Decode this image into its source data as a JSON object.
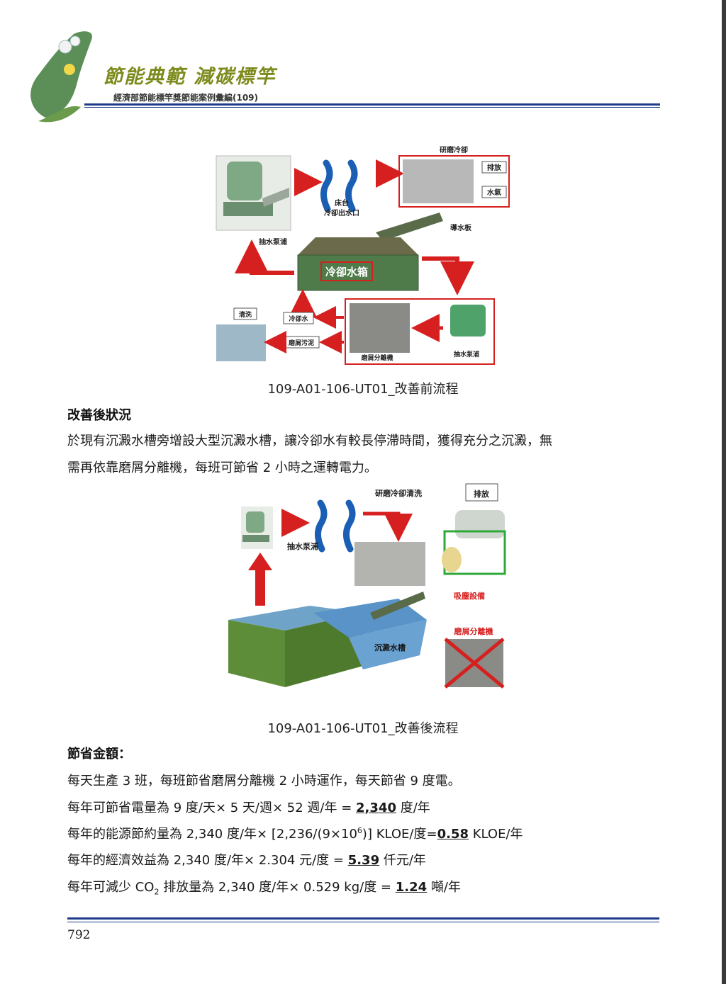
{
  "header": {
    "title": "節能典範 減碳標竿",
    "subtitle": "經濟部節能標竿獎節能案例彙編(109)"
  },
  "figure1": {
    "labels": {
      "grinding_cooling": "研磨冷卻",
      "discharge": "排放",
      "water_vapor": "水氣",
      "bed_outlet_1": "床台",
      "bed_outlet_2": "冷卻出水口",
      "guide_plate": "導水板",
      "pump_top": "抽水泵浦",
      "tank": "冷卻水箱",
      "clean": "清洗",
      "cooling_water": "冷卻水",
      "sludge": "磨屑污泥",
      "separator": "磨屑分離機",
      "pump_bottom": "抽水泵浦"
    },
    "caption": "109-A01-106-UT01_改善前流程"
  },
  "section_after": {
    "heading": "改善後狀況",
    "line1": "於現有沉澱水槽旁增設大型沉澱水槽，讓冷卻水有較長停滯時間，獲得充分之沉澱，無",
    "line2": "需再依靠磨屑分離機，每班可節省 2 小時之運轉電力。"
  },
  "figure2": {
    "labels": {
      "grinding_clean": "研磨冷卻清洗",
      "discharge": "排放",
      "pump": "抽水泵浦",
      "dust": "吸塵設備",
      "separator": "磨屑分離機",
      "sediment": "沉澱水槽"
    },
    "caption": "109-A01-106-UT01_改善後流程"
  },
  "savings": {
    "heading": "節省金額：",
    "line1": "每天生產 3 班，每班節省磨屑分離機 2 小時運作，每天節省 9 度電。",
    "line2_pre": "每年可節省電量為  9 度/天× 5 天/週× 52 週/年 = ",
    "line2_val": "2,340",
    "line2_post": " 度/年",
    "line3_pre": "每年的能源節約量為  2,340 度/年× [2,236/(9×10",
    "line3_sup": "6",
    "line3_mid": ")] KLOE/度=",
    "line3_val": "0.58",
    "line3_post": " KLOE/年",
    "line4_pre": "每年的經濟效益為  2,340 度/年× 2.304 元/度 = ",
    "line4_val": "5.39",
    "line4_post": " 仟元/年",
    "line5_pre": "每年可減少 CO",
    "line5_sub": "2",
    "line5_mid": " 排放量為  2,340 度/年× 0.529 kg/度 = ",
    "line5_val": "1.24",
    "line5_post": " 噸/年"
  },
  "footer": {
    "page_number": "792"
  },
  "colors": {
    "accent_blue": "#1f3c8c",
    "arrow_red": "#d6201f",
    "title_olive": "#7d8a1c",
    "tank_green": "#3f7a3a"
  }
}
